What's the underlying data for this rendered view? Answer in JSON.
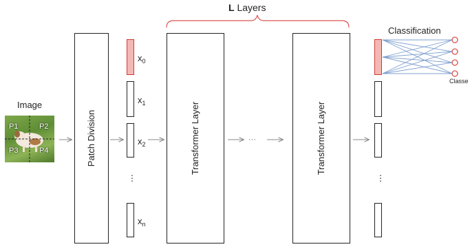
{
  "image_label": "Image",
  "patches": [
    "P1",
    "P2",
    "P3",
    "P4"
  ],
  "patch_division_label": "Patch Division",
  "tokens": [
    {
      "base": "x",
      "sub": "0"
    },
    {
      "base": "x",
      "sub": "1"
    },
    {
      "base": "x",
      "sub": "2"
    },
    {
      "base": "x",
      "sub": "n"
    }
  ],
  "vertical_ellipsis": "⋮",
  "brace_label_bold": "L",
  "brace_label_rest": " Layers",
  "transformer_label": "Transformer Layer",
  "mid_ellipsis": "···",
  "classification_label": "Classification",
  "classes_label": "Classe",
  "colors": {
    "highlight_fill": "#f4b8b4",
    "highlight_stroke": "#cc3b33",
    "connection_lines": "#7e9fcf",
    "brace": "#d9534f",
    "arrows": "#888888"
  }
}
